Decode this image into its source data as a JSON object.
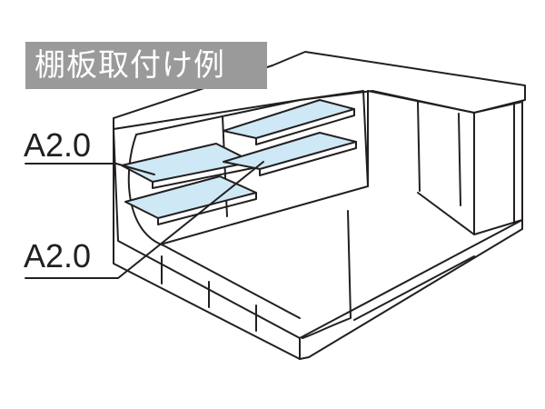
{
  "title": "棚板取付け例",
  "labels": {
    "upper": "A2.0",
    "lower": "A2.0"
  },
  "colors": {
    "shelf_fill": "#cfe8f6",
    "line": "#231f20",
    "title_bg": "#9a9a9a",
    "title_text": "#ffffff"
  }
}
